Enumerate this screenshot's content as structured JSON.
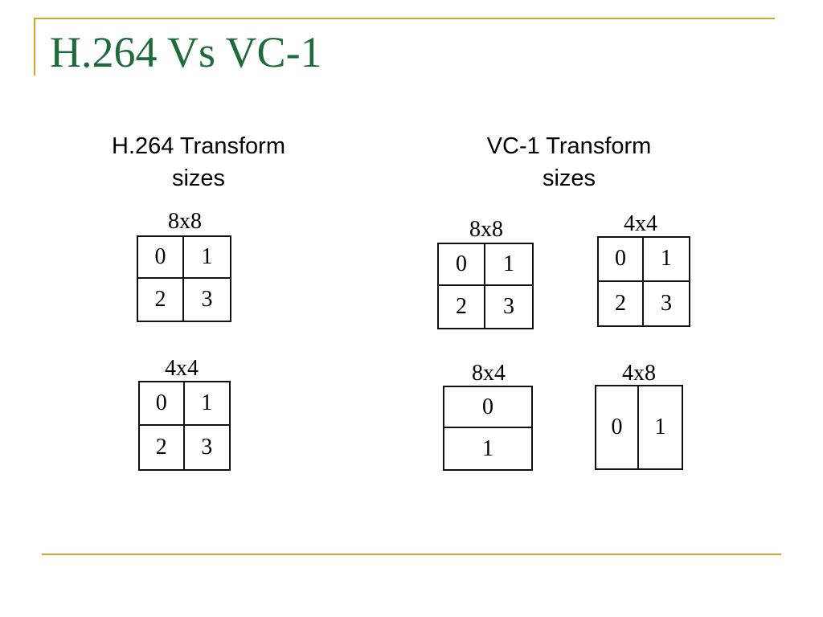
{
  "slide": {
    "title": "H.264 Vs VC-1",
    "colors": {
      "title": "#1e6b3a",
      "rule": "#d4a52a"
    }
  },
  "h264": {
    "heading_line1": "H.264 Transform",
    "heading_line2": "sizes",
    "blocks": [
      {
        "label": "8x8",
        "cells": [
          "0",
          "1",
          "2",
          "3"
        ]
      },
      {
        "label": "4x4",
        "cells": [
          "0",
          "1",
          "2",
          "3"
        ]
      }
    ]
  },
  "vc1": {
    "heading_line1": "VC-1 Transform",
    "heading_line2": "sizes",
    "blocks": [
      {
        "label": "8x8",
        "cells": [
          "0",
          "1",
          "2",
          "3"
        ]
      },
      {
        "label": "4x4",
        "cells": [
          "0",
          "1",
          "2",
          "3"
        ]
      },
      {
        "label": "8x4",
        "cells": [
          "0",
          "1"
        ]
      },
      {
        "label": "4x8",
        "cells": [
          "0",
          "1"
        ]
      }
    ]
  }
}
